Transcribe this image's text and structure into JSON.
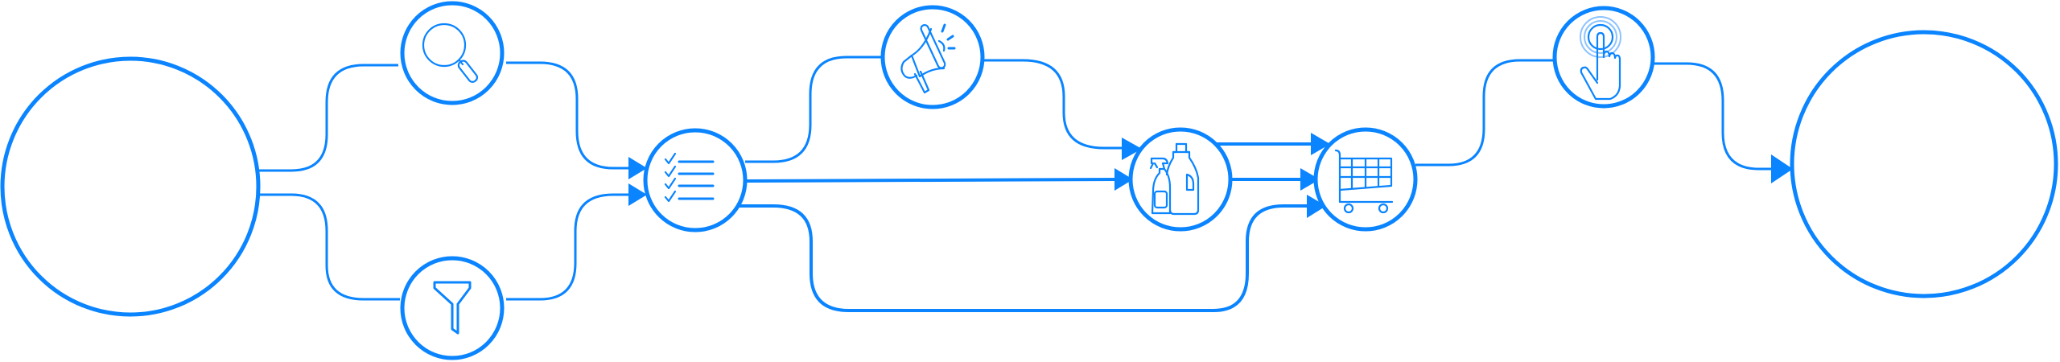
{
  "diagram": {
    "accent_color": "#0a84ff",
    "background_color": "#ffffff",
    "nodes": [
      {
        "id": "start",
        "icon": "none",
        "kind": "large-empty-circle"
      },
      {
        "id": "search",
        "icon": "magnifier-icon"
      },
      {
        "id": "filter",
        "icon": "funnel-icon"
      },
      {
        "id": "checklist",
        "icon": "checklist-icon"
      },
      {
        "id": "promotion",
        "icon": "megaphone-icon"
      },
      {
        "id": "products",
        "icon": "cleaning-bottles-icon"
      },
      {
        "id": "cart",
        "icon": "shopping-cart-icon"
      },
      {
        "id": "tap",
        "icon": "hand-tap-icon"
      },
      {
        "id": "end",
        "icon": "none",
        "kind": "large-empty-circle"
      }
    ],
    "edges": [
      {
        "from": "start",
        "to": "search",
        "arrow": false
      },
      {
        "from": "start",
        "to": "filter",
        "arrow": false
      },
      {
        "from": "search",
        "to": "checklist",
        "arrow": true
      },
      {
        "from": "filter",
        "to": "checklist",
        "arrow": true
      },
      {
        "from": "checklist",
        "to": "promotion",
        "arrow": false
      },
      {
        "from": "promotion",
        "to": "products",
        "arrow": true
      },
      {
        "from": "checklist",
        "to": "products",
        "arrow": true
      },
      {
        "from": "checklist",
        "to": "cart",
        "arrow": true
      },
      {
        "from": "products",
        "to": "cart",
        "arrow": true
      },
      {
        "from": "products",
        "to": "cart",
        "arrow": true
      },
      {
        "from": "cart",
        "to": "tap",
        "arrow": false
      },
      {
        "from": "tap",
        "to": "end",
        "arrow": true
      }
    ]
  }
}
